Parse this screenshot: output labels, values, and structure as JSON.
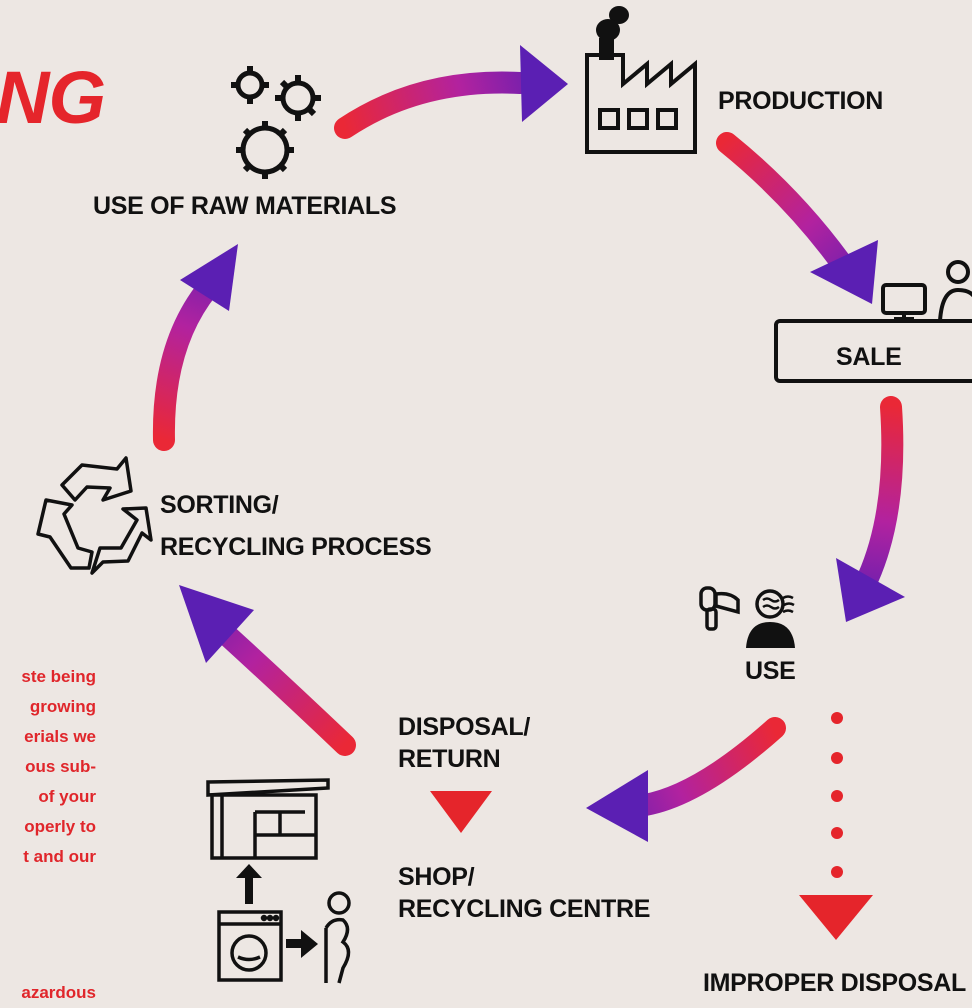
{
  "title_fragment": "NG",
  "stages": {
    "raw_materials": "USE OF RAW MATERIALS",
    "production": "PRODUCTION",
    "sale": "SALE",
    "use": "USE",
    "disposal_line1": "DISPOSAL/",
    "disposal_line2": "RETURN",
    "shop_line1": "SHOP/",
    "shop_line2": "RECYCLING CENTRE",
    "improper": "IMPROPER DISPOSAL",
    "sorting_line1": "SORTING/",
    "sorting_line2": "RECYCLING PROCESS"
  },
  "side_text": {
    "lines": [
      "ste being",
      "growing",
      "erials we",
      "ous sub-",
      "of your",
      "operly to",
      "t and our"
    ],
    "footer": "azardous"
  },
  "colors": {
    "accent_red": "#e5252b",
    "arrow_start": "#ea2836",
    "arrow_mid": "#b2229f",
    "arrow_end": "#5b1fb3",
    "ink": "#111111",
    "background": "#ede7e3"
  },
  "icons": [
    "gears-icon",
    "factory-icon",
    "shop-counter-icon",
    "hair-dryer-user-icon",
    "recycle-icon",
    "store-icon",
    "washing-machine-icon",
    "person-icon"
  ]
}
